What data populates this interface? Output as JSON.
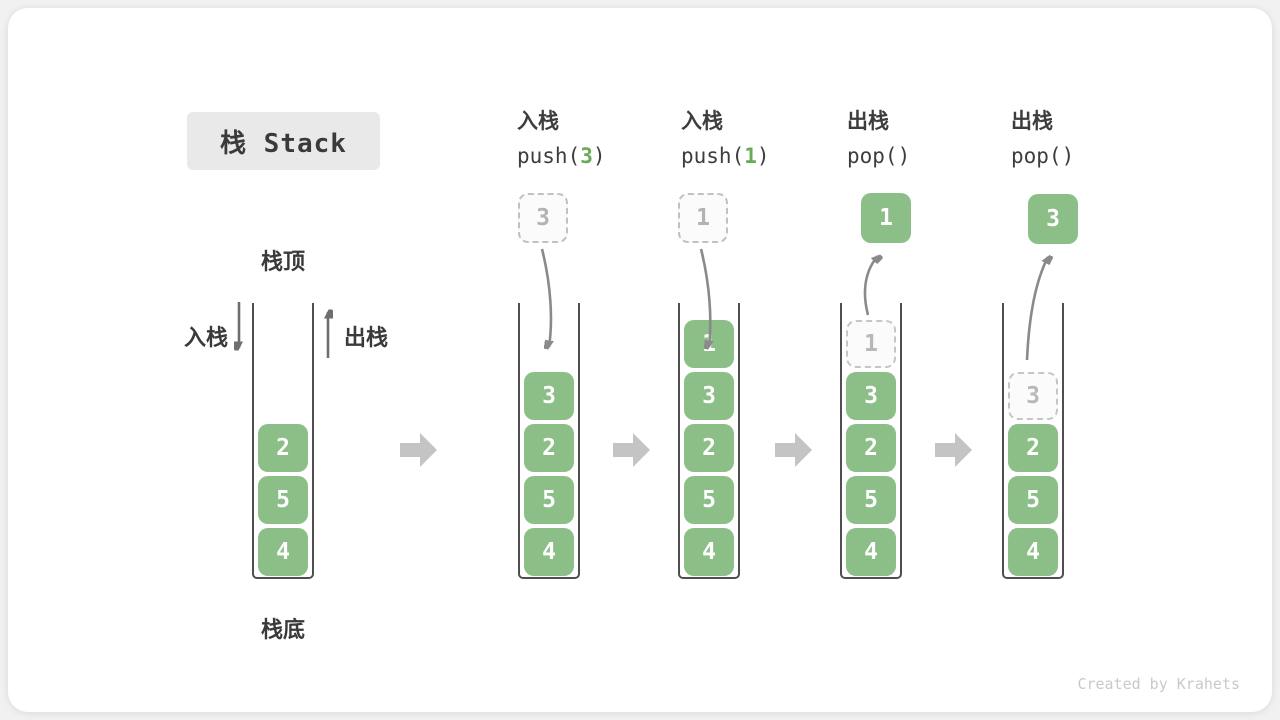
{
  "title": "栈 Stack",
  "watermark": "Created by Krahets",
  "legend": {
    "stack_top": "栈顶",
    "stack_bottom": "栈底",
    "push_label": "入栈",
    "pop_label": "出栈"
  },
  "colors": {
    "block_green": "#8cbe87",
    "code_value_green": "#69aa5a",
    "ghost_gray": "#c1c1c1",
    "curved_arrow_gray": "#8a8a8a",
    "transition_arrow_gray": "#c4c4c4",
    "wall_dark_gray": "#4f4f4f",
    "title_box_bg": "#e9e9e9"
  },
  "stacks": [
    {
      "name": "initial",
      "blocks": [
        {
          "value": "2",
          "row": 2,
          "type": "solid"
        },
        {
          "value": "5",
          "row": 3,
          "type": "solid"
        },
        {
          "value": "4",
          "row": 4,
          "type": "solid"
        }
      ]
    },
    {
      "name": "push-3",
      "op_line1": "入栈",
      "code": {
        "prefix": "push(",
        "value": "3",
        "suffix": ")"
      },
      "floating": {
        "value": "3",
        "type": "dashed"
      },
      "blocks": [
        {
          "value": "3",
          "row": 1,
          "type": "solid"
        },
        {
          "value": "2",
          "row": 2,
          "type": "solid"
        },
        {
          "value": "5",
          "row": 3,
          "type": "solid"
        },
        {
          "value": "4",
          "row": 4,
          "type": "solid"
        }
      ]
    },
    {
      "name": "push-1",
      "op_line1": "入栈",
      "code": {
        "prefix": "push(",
        "value": "1",
        "suffix": ")"
      },
      "floating": {
        "value": "1",
        "type": "dashed"
      },
      "blocks": [
        {
          "value": "1",
          "row": 0,
          "type": "solid"
        },
        {
          "value": "3",
          "row": 1,
          "type": "solid"
        },
        {
          "value": "2",
          "row": 2,
          "type": "solid"
        },
        {
          "value": "5",
          "row": 3,
          "type": "solid"
        },
        {
          "value": "4",
          "row": 4,
          "type": "solid"
        }
      ]
    },
    {
      "name": "pop-1",
      "op_line1": "出栈",
      "code": {
        "prefix": "pop()",
        "value": "",
        "suffix": ""
      },
      "floating": {
        "value": "1",
        "type": "green"
      },
      "blocks": [
        {
          "value": "1",
          "row": 0,
          "type": "ghost"
        },
        {
          "value": "3",
          "row": 1,
          "type": "solid"
        },
        {
          "value": "2",
          "row": 2,
          "type": "solid"
        },
        {
          "value": "5",
          "row": 3,
          "type": "solid"
        },
        {
          "value": "4",
          "row": 4,
          "type": "solid"
        }
      ]
    },
    {
      "name": "pop-3",
      "op_line1": "出栈",
      "code": {
        "prefix": "pop()",
        "value": "",
        "suffix": ""
      },
      "floating": {
        "value": "3",
        "type": "green"
      },
      "blocks": [
        {
          "value": "3",
          "row": 1,
          "type": "ghost"
        },
        {
          "value": "2",
          "row": 2,
          "type": "solid"
        },
        {
          "value": "5",
          "row": 3,
          "type": "solid"
        },
        {
          "value": "4",
          "row": 4,
          "type": "solid"
        }
      ]
    }
  ]
}
